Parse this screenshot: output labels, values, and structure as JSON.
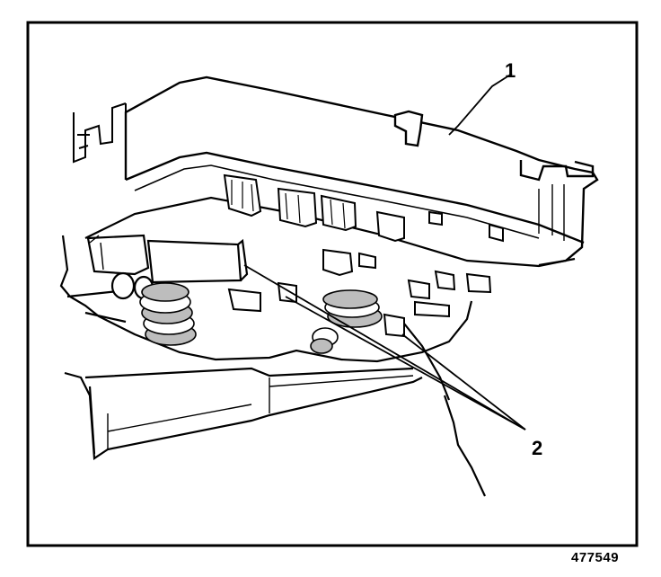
{
  "callouts": {
    "item_1": "1",
    "item_2": "2"
  },
  "figure_id": "477549",
  "colors": {
    "ink": "#000000",
    "paper": "#ffffff",
    "shade": "#bdbdbd"
  }
}
